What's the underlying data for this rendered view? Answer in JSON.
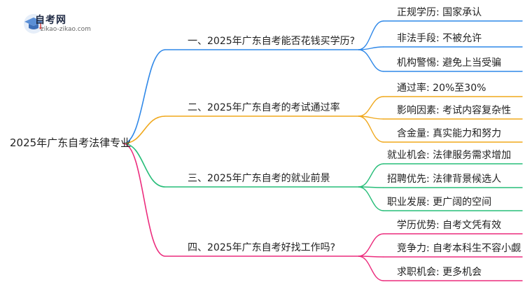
{
  "logo": {
    "title": "自考网",
    "subtitle": "zikao-zikao.com",
    "icon": "graduation-cap-icon",
    "icon_color": "#5b8fd6"
  },
  "root": {
    "label": "2025年广东自考法律专业"
  },
  "branches": [
    {
      "label": "一、2025年广东自考能否花钱买学历?",
      "color": "#2f88e8",
      "children": [
        "正规学历: 国家承认",
        "非法手段: 不被允许",
        "机构警惕: 避免上当受骗"
      ]
    },
    {
      "label": "二、2025年广东自考的考试通过率",
      "color": "#f0a81c",
      "children": [
        "通过率: 20%至30%",
        "影响因素: 考试内容复杂性",
        "含金量: 真实能力和努力"
      ]
    },
    {
      "label": "三、2025年广东自考的就业前景",
      "color": "#26bd78",
      "children": [
        "就业机会: 法律服务需求增加",
        "招聘优先: 法律背景候选人",
        "职业发展: 更广阔的空间"
      ]
    },
    {
      "label": "四、2025年广东自考好找工作吗?",
      "color": "#ec2c7d",
      "children": [
        "学历优势: 自考文凭有效",
        "竞争力: 自考本科生不容小觑",
        "求职机会: 更多机会"
      ]
    }
  ]
}
